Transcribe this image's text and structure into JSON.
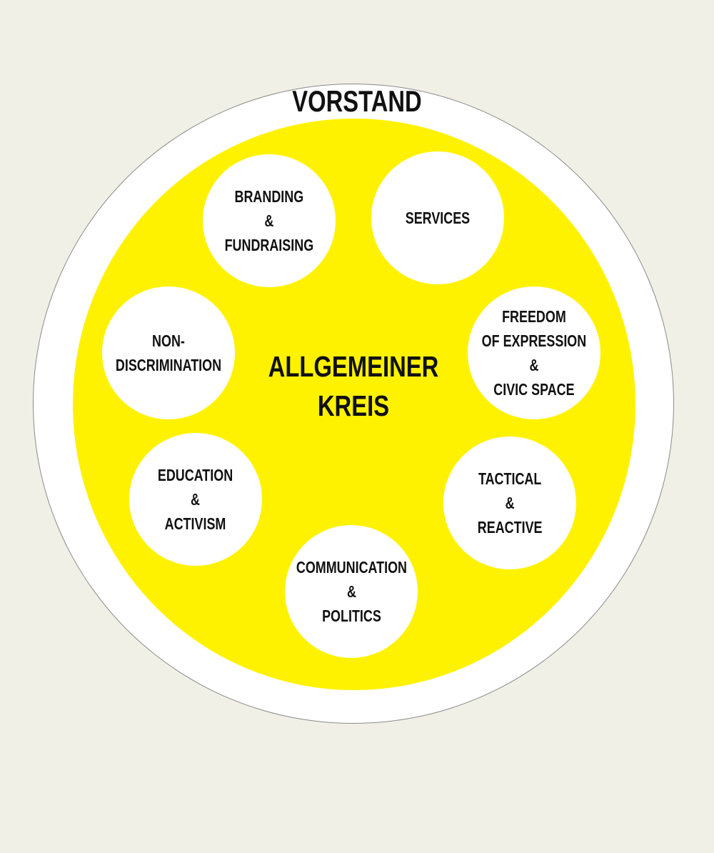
{
  "colors": {
    "background": "#f0f0e6",
    "outer": "#ffffff",
    "inner": "#fff200",
    "nodes": "#ffffff",
    "text": "#111111"
  },
  "outer_label": "VORSTAND",
  "center_label": [
    "ALLGEMEINER",
    "KREIS"
  ],
  "nodes": [
    {
      "id": "branding",
      "lines": [
        "BRANDING",
        "&",
        "FUNDRAISING"
      ]
    },
    {
      "id": "services",
      "lines": [
        "SERVICES"
      ]
    },
    {
      "id": "non-discrimination",
      "lines": [
        "NON-",
        "DISCRIMINATION"
      ]
    },
    {
      "id": "freedom",
      "lines": [
        "FREEDOM",
        "OF EXPRESSION",
        "&",
        "CIVIC SPACE"
      ]
    },
    {
      "id": "education",
      "lines": [
        "EDUCATION",
        "&",
        "ACTIVISM"
      ]
    },
    {
      "id": "tactical",
      "lines": [
        "TACTICAL",
        "&",
        "REACTIVE"
      ]
    },
    {
      "id": "communication",
      "lines": [
        "COMMUNICATION",
        "&",
        "POLITICS"
      ]
    }
  ]
}
